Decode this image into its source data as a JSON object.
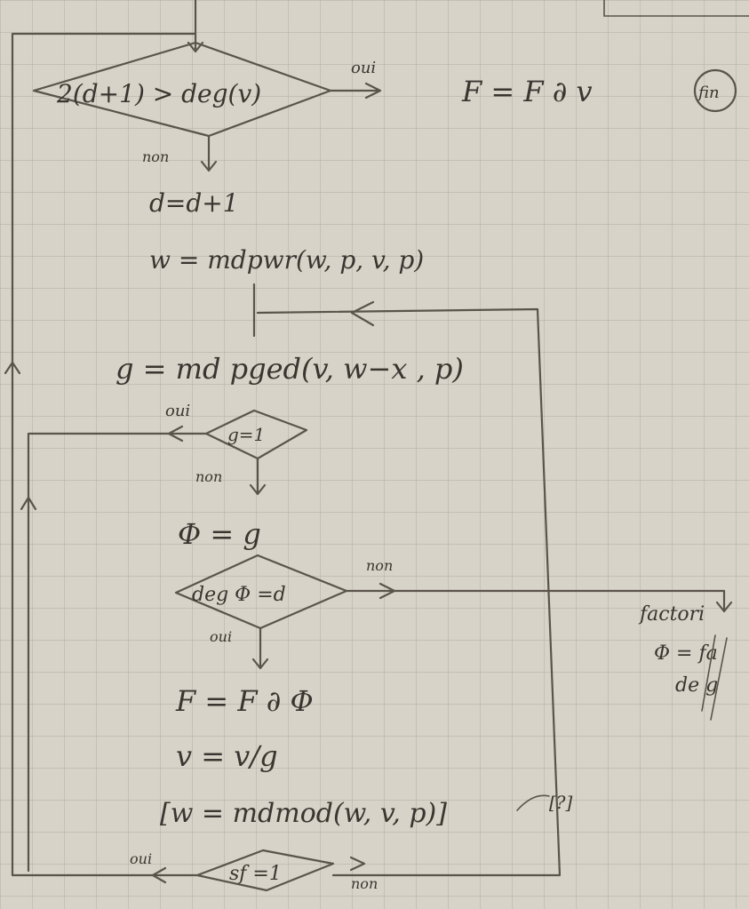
{
  "flowchart": {
    "cond_degree": "2(d+1) > deg(v)",
    "yes_1": "oui",
    "no_1": "non",
    "result_end": "F = F ∂ v",
    "end_label": "fin",
    "assign_d": "d=d+1",
    "assign_w": "w = mdpwr(w, p, v, p)",
    "assign_g": "g = md pged(v, w−x , p)",
    "yes_2": "oui",
    "cond_g1": "g=1",
    "no_2": "non",
    "assign_phi": "Φ = g",
    "cond_deg_phi": "deg Φ =d",
    "no_3": "non",
    "yes_3": "oui",
    "assign_F": "F = F ∂ Φ",
    "assign_v": "v = v/g",
    "assign_w2": "[w = mdmod(w, v, p)]",
    "bracket_note": "[?]",
    "cond_sf": "sf =1",
    "yes_4": "oui",
    "no_4": "non",
    "side_label_1": "factori",
    "side_label_2": "Φ = fa",
    "side_label_3": "de g"
  }
}
